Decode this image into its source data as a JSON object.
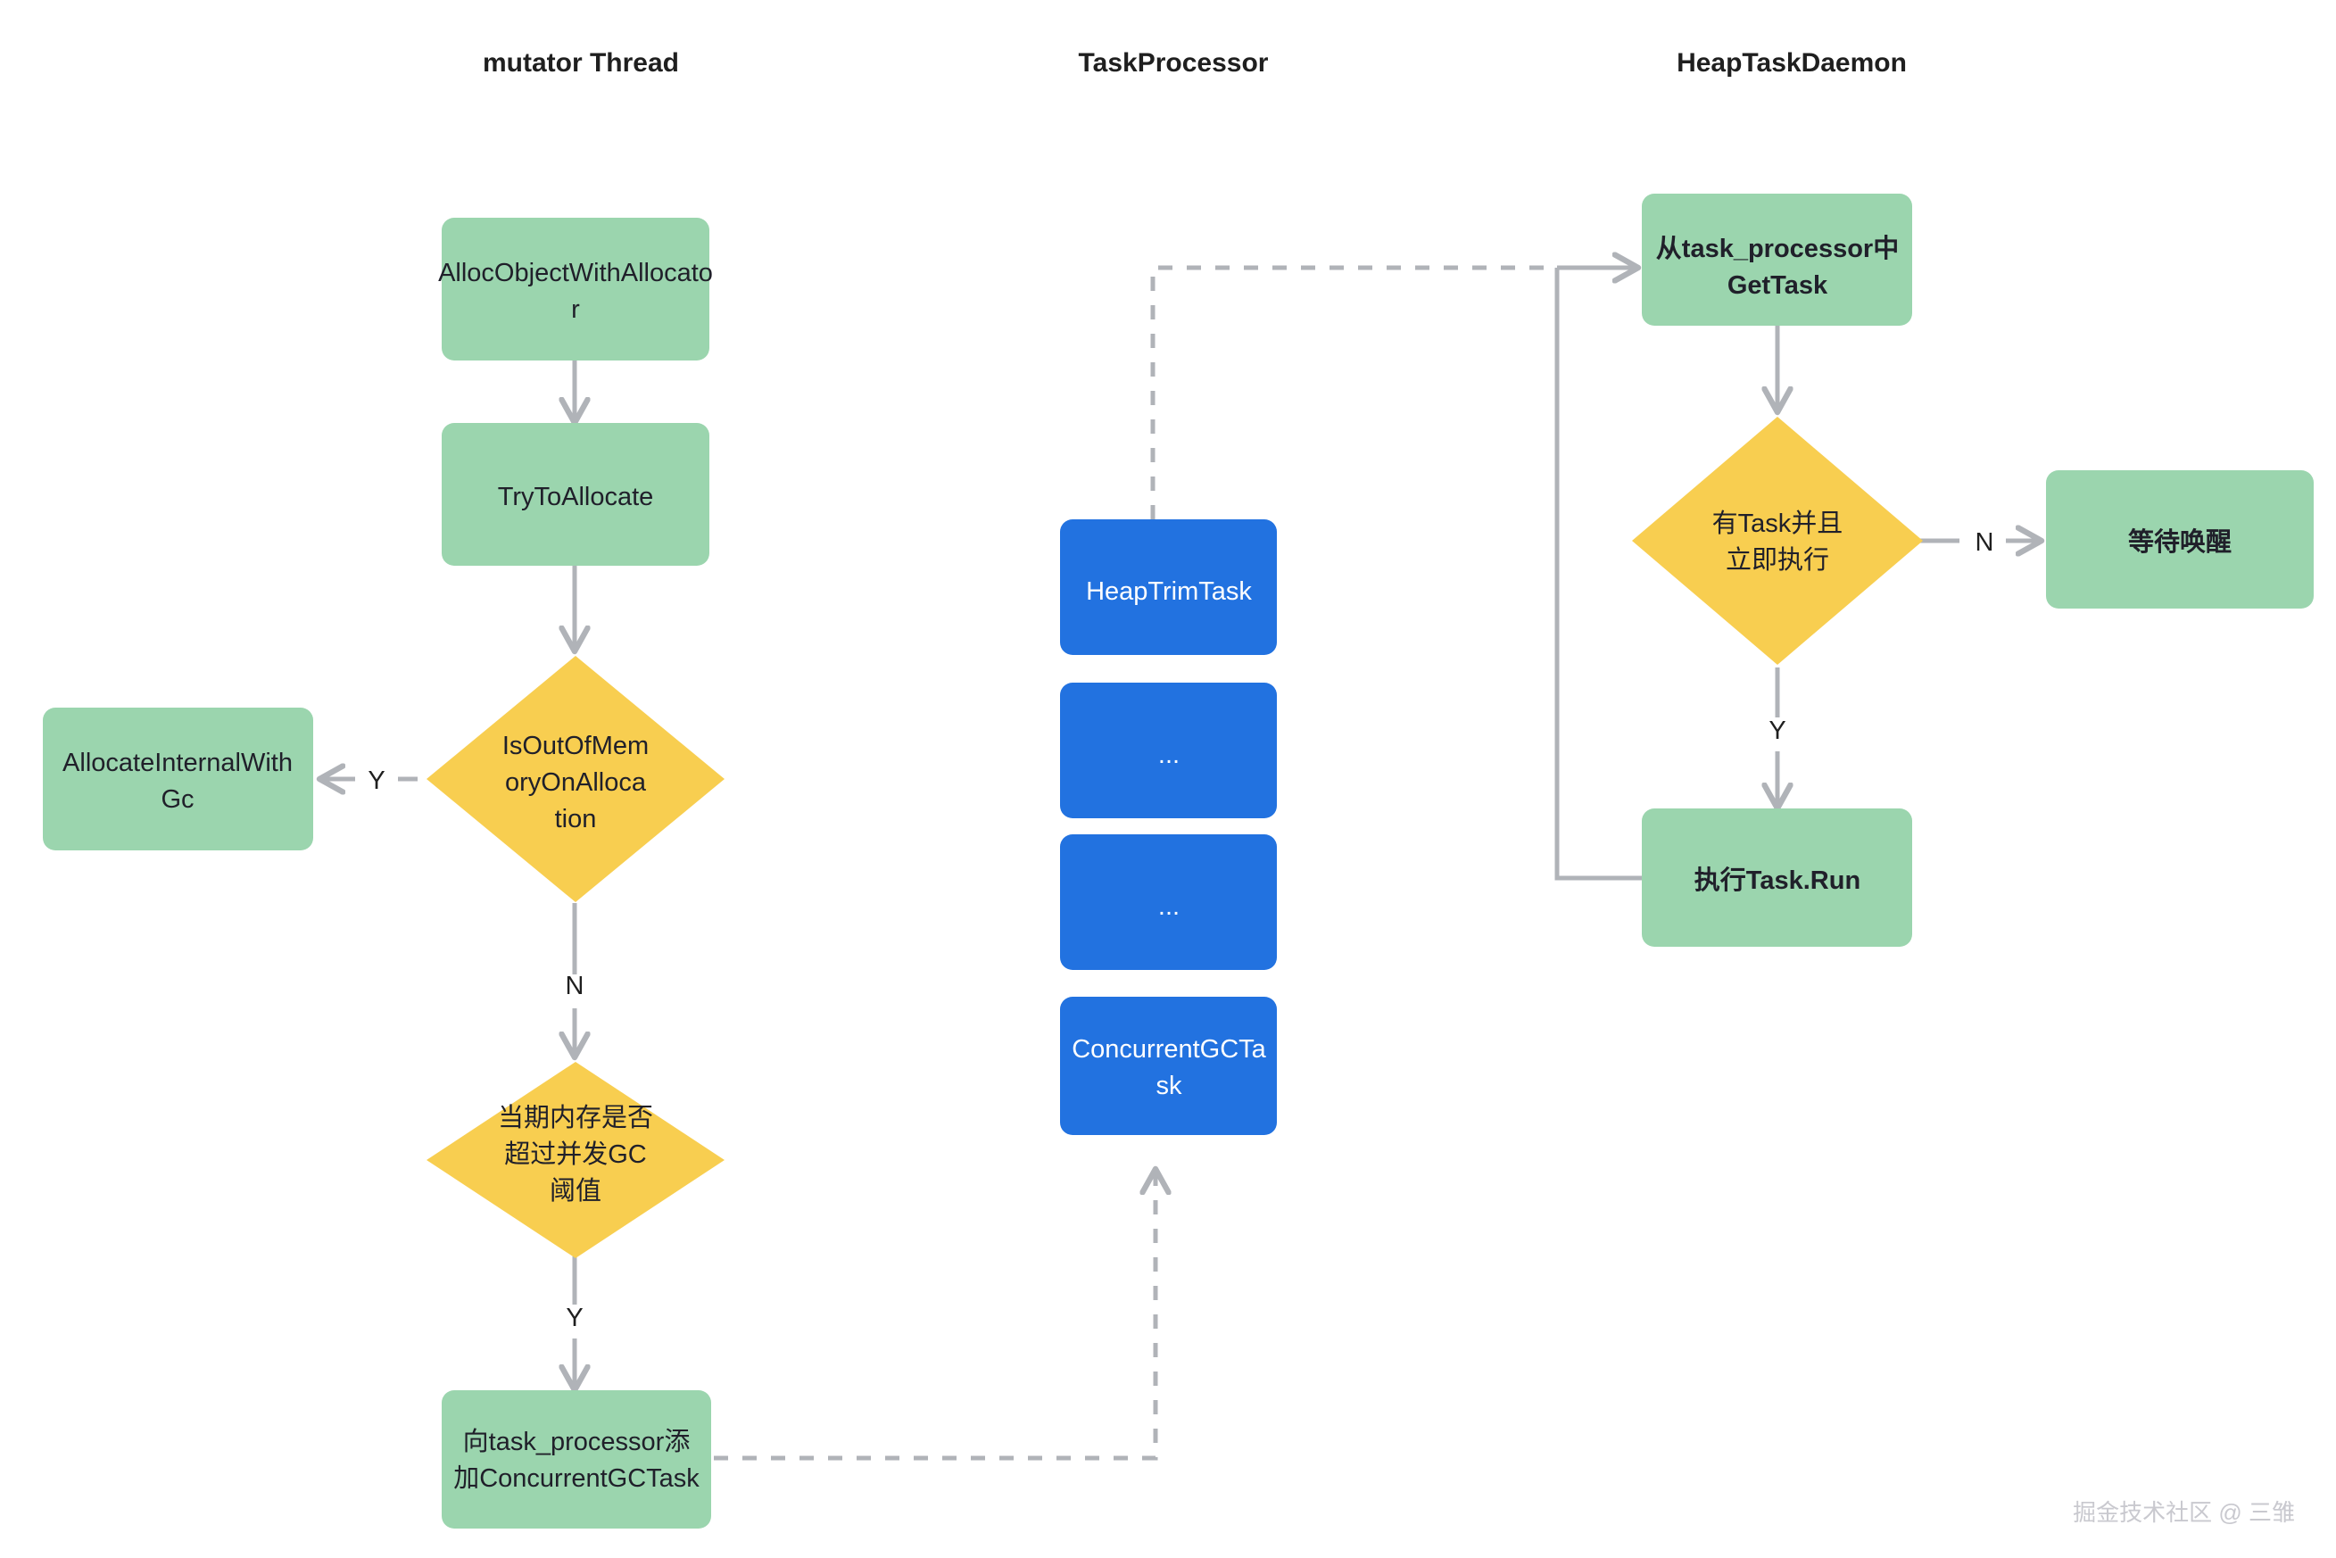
{
  "diagram": {
    "title_columns": [
      {
        "id": "mutator",
        "label": "mutator Thread"
      },
      {
        "id": "taskprocessor",
        "label": "TaskProcessor"
      },
      {
        "id": "heaptaskdaemon",
        "label": "HeapTaskDaemon"
      }
    ],
    "colors": {
      "green_fill": "#9BD5AE",
      "yellow_fill": "#F8CE50",
      "blue_fill": "#2272E0",
      "edge_gray": "#B0B3B8",
      "text_dark": "#20202A",
      "text_on_blue": "#FFFFFF",
      "watermark_gray": "#C9C9CF",
      "background": "#FFFFFF"
    },
    "nodes": {
      "alloc_object": {
        "shape": "rounded-rect",
        "color": "green",
        "lines": [
          "AllocObjectWithAllocato",
          "r"
        ],
        "bold": false
      },
      "try_to_allocate": {
        "shape": "rounded-rect",
        "color": "green",
        "lines": [
          "TryToAllocate"
        ],
        "bold": false
      },
      "is_oom": {
        "shape": "diamond",
        "color": "yellow",
        "lines": [
          "IsOutOfMem",
          "oryOnAlloca",
          "tion"
        ],
        "bold": false
      },
      "allocate_internal": {
        "shape": "rounded-rect",
        "color": "green",
        "lines": [
          "AllocateInternalWith",
          "Gc"
        ],
        "bold": false
      },
      "mem_threshold": {
        "shape": "diamond",
        "color": "yellow",
        "lines": [
          "当期内存是否",
          "超过并发GC",
          "阈值"
        ],
        "bold": false
      },
      "add_task": {
        "shape": "rounded-rect",
        "color": "green",
        "lines": [
          "向task_processor添",
          "加ConcurrentGCTask"
        ],
        "bold": false
      },
      "heap_trim_task": {
        "shape": "rounded-rect",
        "color": "blue",
        "lines": [
          "HeapTrimTask"
        ],
        "bold": false
      },
      "ellipsis_1": {
        "shape": "rounded-rect",
        "color": "blue",
        "lines": [
          "..."
        ],
        "bold": false
      },
      "ellipsis_2": {
        "shape": "rounded-rect",
        "color": "blue",
        "lines": [
          "..."
        ],
        "bold": false
      },
      "concurrent_gc_task": {
        "shape": "rounded-rect",
        "color": "blue",
        "lines": [
          "ConcurrentGCTa",
          "sk"
        ],
        "bold": false
      },
      "get_task": {
        "shape": "rounded-rect",
        "color": "green",
        "lines": [
          "从task_processor中",
          "GetTask"
        ],
        "bold": true
      },
      "has_task": {
        "shape": "diamond",
        "color": "yellow",
        "lines": [
          "有Task并且",
          "立即执行"
        ],
        "bold": false
      },
      "wait_wakeup": {
        "shape": "rounded-rect",
        "color": "green",
        "lines": [
          "等待唤醒"
        ],
        "bold": true
      },
      "run_task": {
        "shape": "rounded-rect",
        "color": "green",
        "lines": [
          "执行Task.Run"
        ],
        "bold": true
      }
    },
    "edge_labels": {
      "oom_yes": "Y",
      "oom_no": "N",
      "threshold_yes": "Y",
      "has_task_no": "N",
      "has_task_yes": "Y"
    },
    "watermark": "掘金技术社区 @ 三雏"
  }
}
